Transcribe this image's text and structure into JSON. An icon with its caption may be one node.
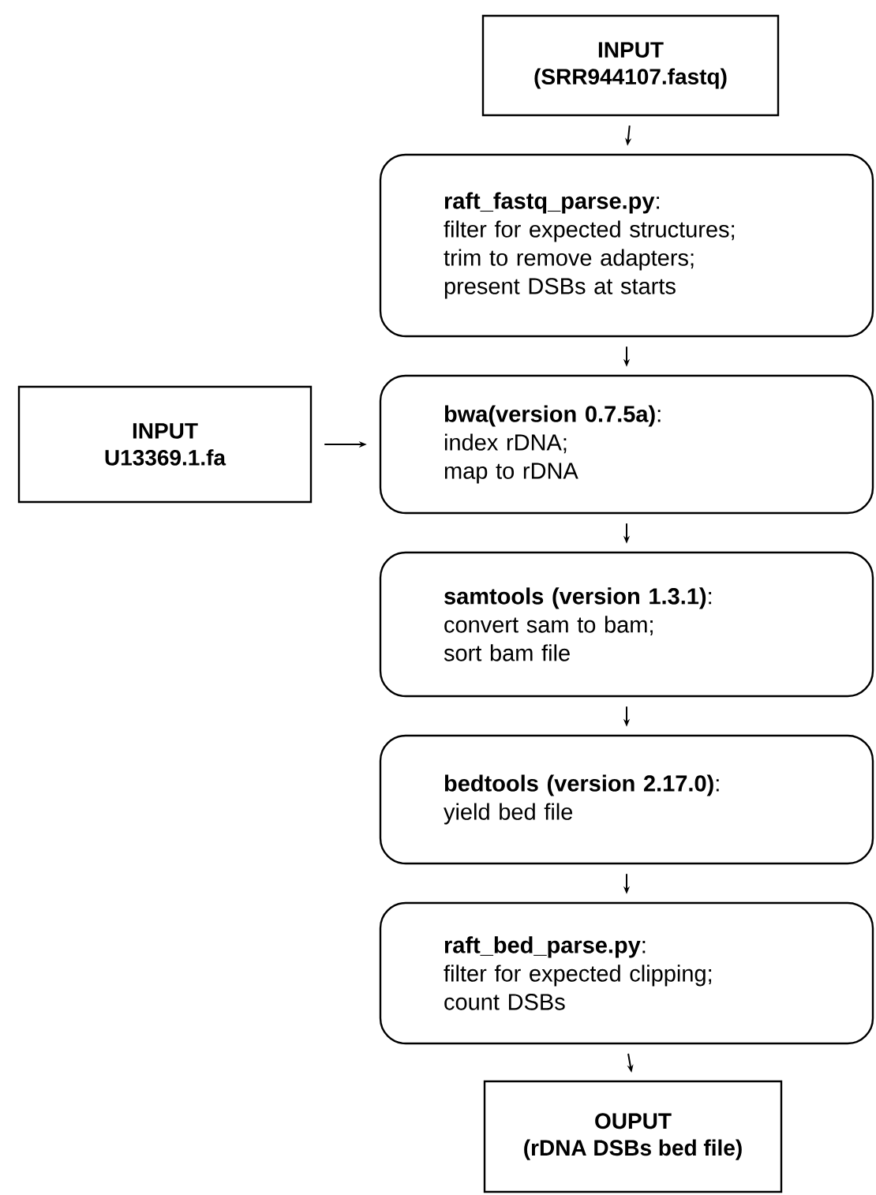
{
  "diagram": {
    "nodes": [
      {
        "text": [
          "INPUT",
          "(SRR944107.fastq)"
        ]
      },
      {
        "text": [
          "**raft_fastq_parse.py**:",
          "filter for expected structures;",
          "trim to remove adapters;",
          "present DSBs at starts"
        ]
      },
      {
        "text": [
          "INPUT",
          "U13369.1.fa"
        ]
      },
      {
        "text": [
          "**bwa(version 0.7.5a)**:",
          "index rDNA;",
          "map to rDNA"
        ]
      },
      {
        "text": [
          "**samtools (version 1.3.1)**:",
          "convert sam to bam;",
          "sort bam file"
        ]
      },
      {
        "text": [
          "**bedtools (version 2.17.0)**:",
          "yield bed file"
        ]
      },
      {
        "text": [
          "**raft_bed_parse.py**:",
          "filter for expected clipping;",
          "count DSBs"
        ]
      },
      {
        "text": [
          "OUPUT",
          "(rDNA DSBs bed file)"
        ]
      }
    ],
    "edges": [
      {
        "from": 0,
        "to": 1,
        "arrow": "to"
      },
      {
        "from": 1,
        "to": 3,
        "arrow": "to"
      },
      {
        "from": 2,
        "to": 3,
        "arrow": "to"
      },
      {
        "from": 3,
        "to": 4,
        "arrow": "to"
      },
      {
        "from": 4,
        "to": 5,
        "arrow": "to"
      },
      {
        "from": 5,
        "to": 6,
        "arrow": "to"
      },
      {
        "from": 6,
        "to": 7,
        "arrow": "to"
      }
    ]
  }
}
